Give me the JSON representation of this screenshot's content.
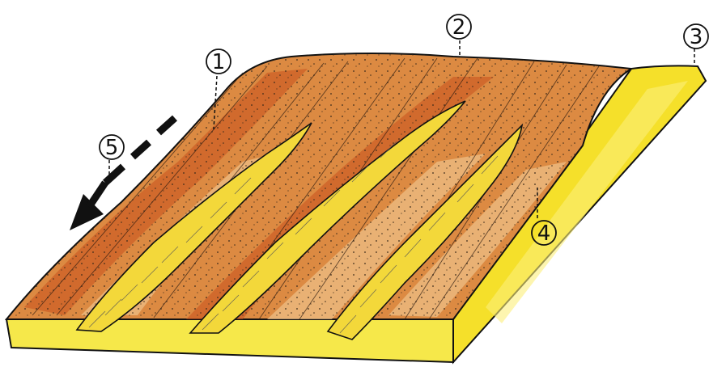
{
  "diagram": {
    "callouts": [
      {
        "id": "1",
        "label": "1"
      },
      {
        "id": "2",
        "label": "2"
      },
      {
        "id": "3",
        "label": "3"
      },
      {
        "id": "4",
        "label": "4"
      },
      {
        "id": "5",
        "label": "5"
      }
    ],
    "colors": {
      "surface": "#d9893e",
      "surface_light": "#e9b57a",
      "surface_dark": "#c95a22",
      "soil_side": "#f5e12a",
      "soil_light": "#fbf07a",
      "gully_fill": "#f3d83a",
      "ink": "#111111"
    },
    "icons": {
      "flow_arrow": "dashed-arrow-down-left"
    }
  }
}
